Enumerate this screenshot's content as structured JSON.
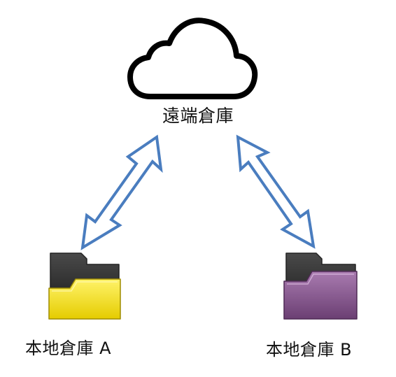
{
  "diagram": {
    "remote": {
      "label": "遠端倉庫",
      "icon": "cloud-icon"
    },
    "local_a": {
      "label": "本地倉庫 A",
      "icon": "yellow-folder-icon",
      "color": "#f2dd10"
    },
    "local_b": {
      "label": "本地倉庫 B",
      "icon": "purple-folder-icon",
      "color": "#8e5b95"
    },
    "arrow_color": "#4a7dbf"
  }
}
